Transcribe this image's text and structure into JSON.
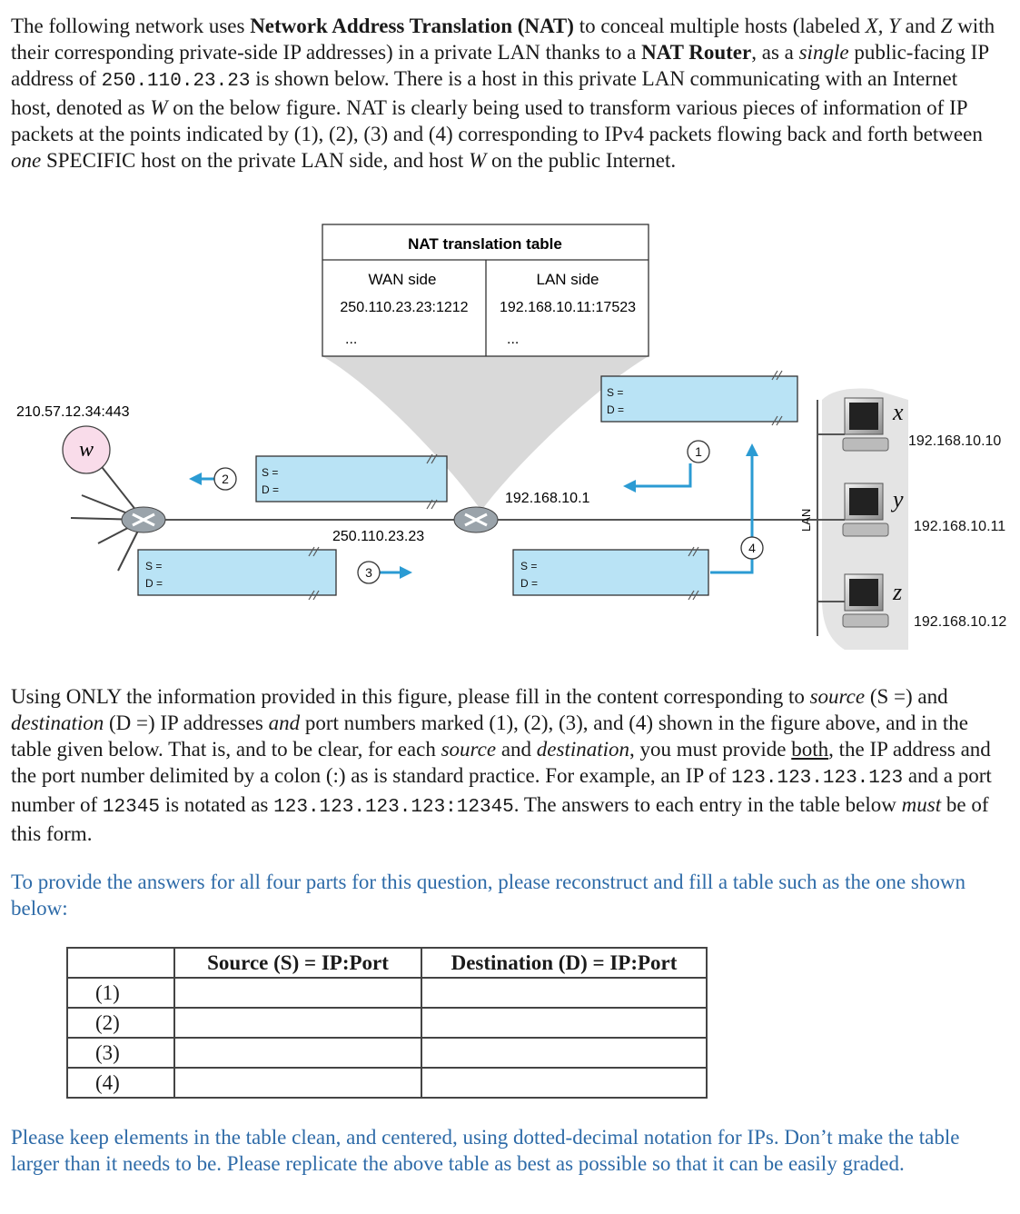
{
  "intro": {
    "t1": "The following network uses ",
    "b1": "Network Address Translation (NAT)",
    "t2": " to conceal multiple hosts (labeled ",
    "i1": "X, Y",
    "t3": " and ",
    "i2": "Z",
    "t4": " with their corresponding private-side IP addresses) in a private LAN thanks to a ",
    "b2": "NAT Router",
    "t5": ", as a ",
    "i3": "single",
    "t6": " public-facing IP address of ",
    "m1": "250.110.23.23",
    "t7": " is shown below.  There is a host in this private LAN communicating with an Internet host, denoted as ",
    "i4": "W",
    "t8": " on the below figure.  NAT is clearly being used to transform various pieces of information of IP packets at the points indicated by (1), (2), (3) and (4) corresponding to IPv4 packets flowing back and forth between ",
    "i5": "one",
    "t9": " SPECIFIC host on the private LAN side, and host ",
    "i6": "W",
    "t10": " on the public Internet."
  },
  "diagram": {
    "nat_table_title": "NAT translation table",
    "wan_header": "WAN side",
    "lan_header": "LAN side",
    "wan_entry": "250.110.23.23:1212",
    "lan_entry": "192.168.10.11:17523",
    "ellipsis": "...",
    "host_w_label": "w",
    "host_w_addr": "210.57.12.34:443",
    "router_lan_ip": "192.168.10.1",
    "router_wan_ip": "250.110.23.23",
    "lan_label": "LAN",
    "host_x": "x",
    "host_y": "y",
    "host_z": "z",
    "ip_x": "192.168.10.10",
    "ip_y": "192.168.10.11",
    "ip_z": "192.168.10.12",
    "s_label": "S =",
    "d_label": "D =",
    "n1": "1",
    "n2": "2",
    "n3": "3",
    "n4": "4"
  },
  "question": {
    "t1": "Using ONLY the information provided in this figure, please fill in the content corresponding to ",
    "i1": "source",
    "t2": " (S =) and ",
    "i2": "destination",
    "t3": " (D =) IP addresses ",
    "i3": "and",
    "t4": " port numbers marked (1), (2), (3), and (4) shown in the figure above, and in the table given below.  That is, and to be clear, for each ",
    "i4": "source",
    "t5": " and ",
    "i5": "destination",
    "t6": ", you must provide ",
    "u1": "both",
    "t7": ", the IP address and the port number delimited by a colon (:) as is standard practice.  For example, an IP of ",
    "m1": "123.123.123.123",
    "t8": " and a port number of ",
    "m2": "12345",
    "t9": " is notated as ",
    "m3": "123.123.123.123:12345",
    "t10": ".  The answers to each entry in the table below ",
    "i6": "must",
    "t11": " be of this form."
  },
  "instruction1": "To provide the answers for all four parts for this question, please reconstruct and fill a table such as the one shown below:",
  "answer_table": {
    "headers": [
      "Source (S) = IP:Port",
      "Destination (D) = IP:Port"
    ],
    "rows": [
      "(1)",
      "(2)",
      "(3)",
      "(4)"
    ]
  },
  "instruction2": "Please keep elements in the table clean, and centered, using dotted-decimal notation for IPs.  Don’t make the table larger than it needs to be.  Please replicate the above table as best as possible so that it can be easily graded."
}
